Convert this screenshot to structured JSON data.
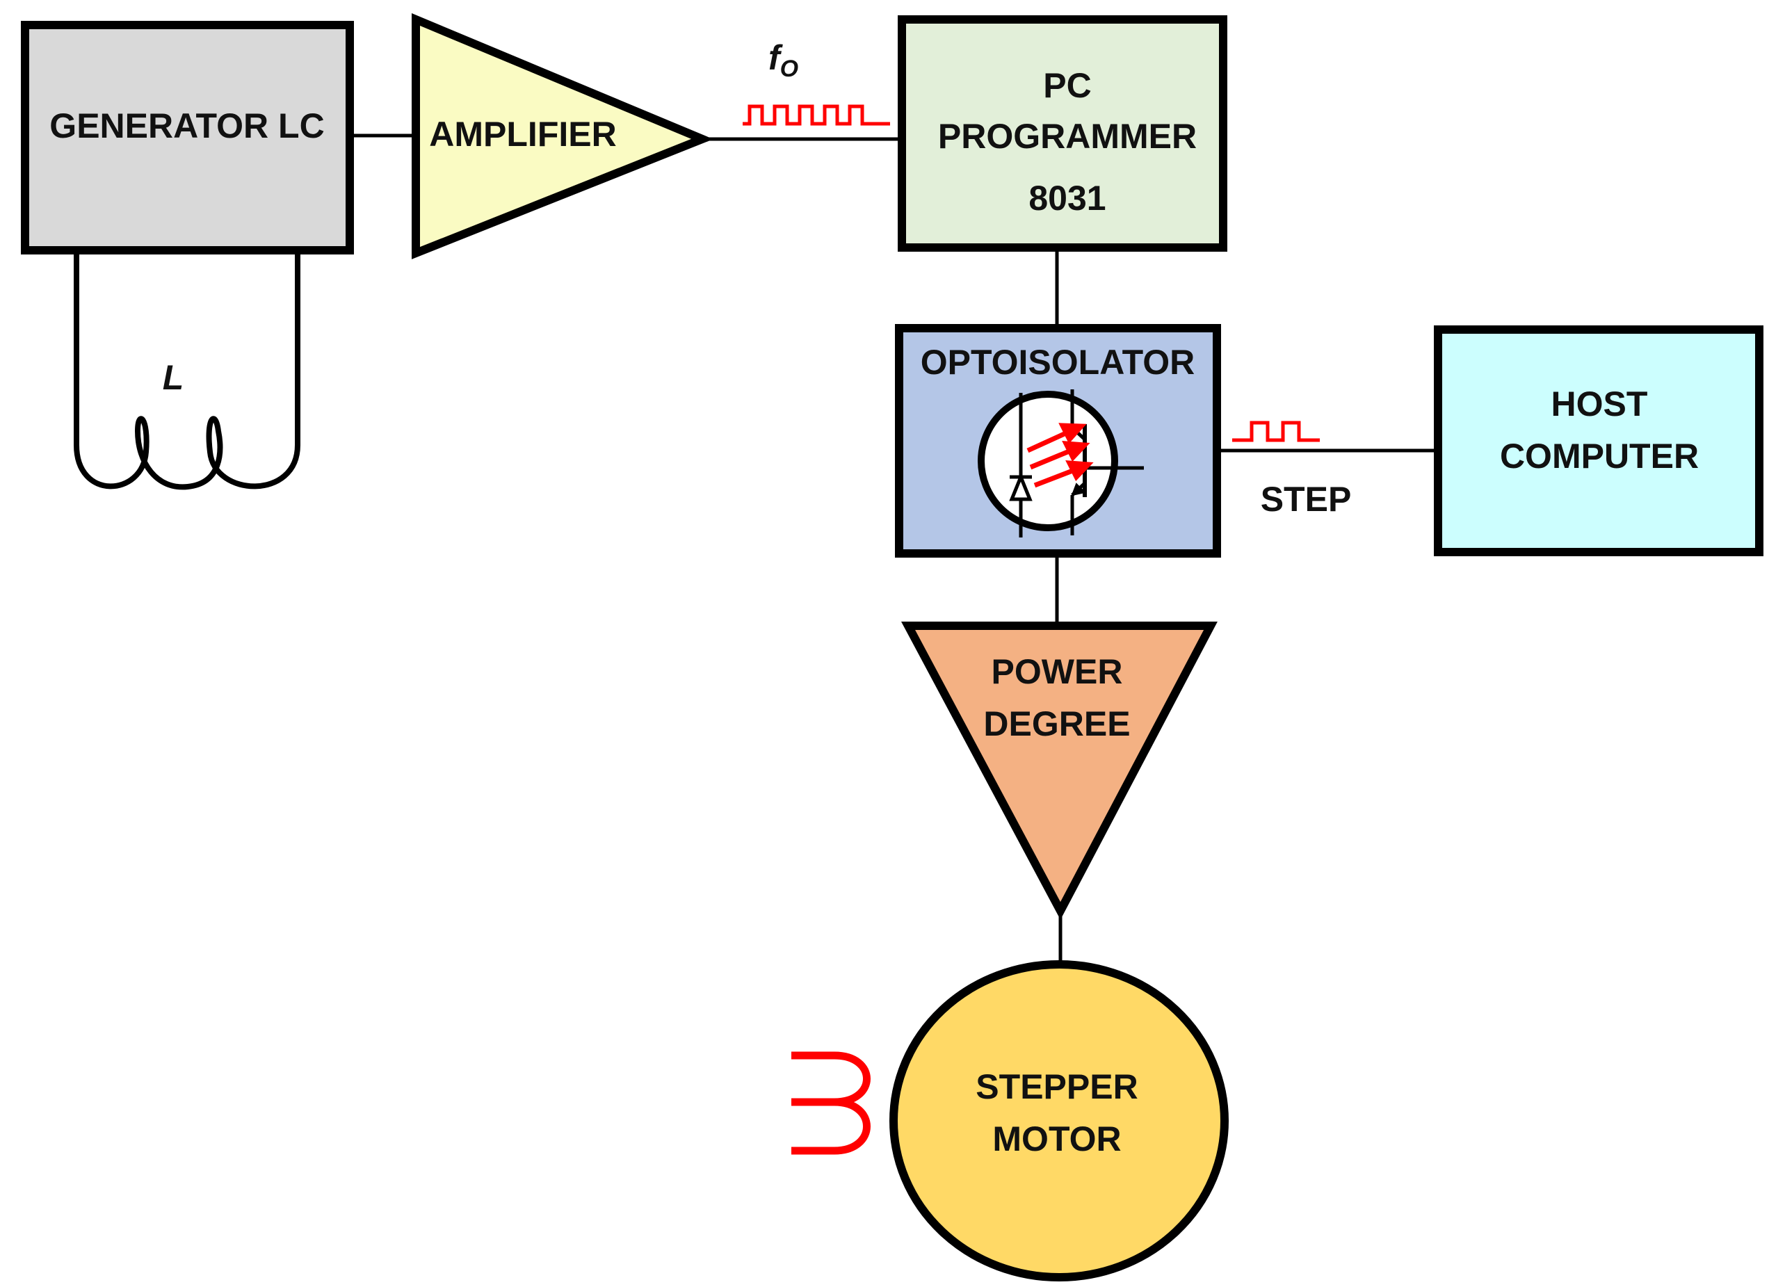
{
  "blocks": {
    "generator": {
      "label": "GENERATOR LC"
    },
    "amplifier": {
      "label": "AMPLIFIER"
    },
    "programmer": {
      "line1": "PC",
      "line2": "PROGRAMMER",
      "line3": "8031"
    },
    "optoisolator": {
      "label": "OPTOISOLATOR"
    },
    "host": {
      "line1": "HOST",
      "line2": "COMPUTER"
    },
    "power": {
      "line1": "POWER",
      "line2": "DEGREE"
    },
    "motor": {
      "line1": "STEPPER",
      "line2": "MOTOR"
    }
  },
  "labels": {
    "inductor": "L",
    "frequency_base": "f",
    "frequency_sub": "O",
    "step": "STEP"
  },
  "colors": {
    "outline": "#000000",
    "signal": "#ff0000",
    "generator_fill": "#d9d9d9",
    "amplifier_fill": "#fafbc3",
    "programmer_fill": "#e2efd9",
    "optoisolator_fill": "#b4c6e7",
    "host_fill": "#ccfefe",
    "power_fill": "#f4b183",
    "motor_fill": "#ffd966"
  }
}
